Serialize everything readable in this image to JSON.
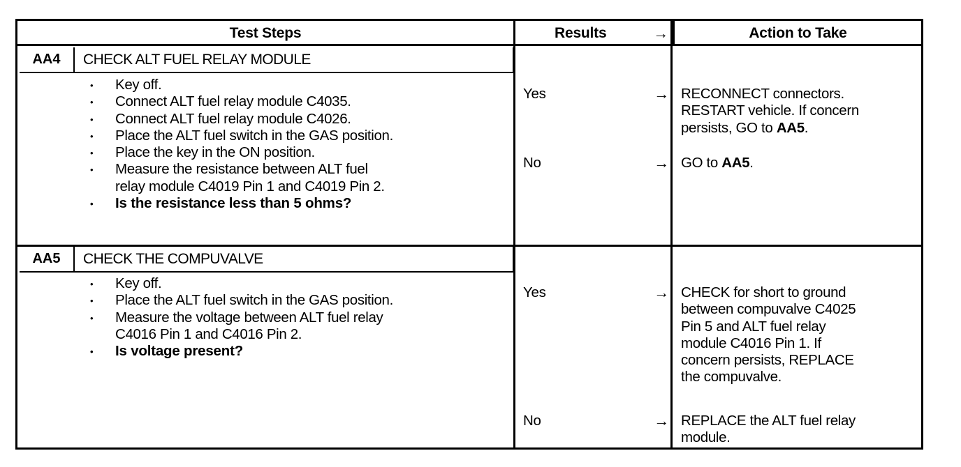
{
  "table": {
    "headers": {
      "test_steps": "Test Steps",
      "results": "Results",
      "results_arrow": "→",
      "action": "Action to Take"
    },
    "blocks": [
      {
        "id": "AA4",
        "title": "CHECK ALT FUEL RELAY MODULE",
        "steps": [
          "Key off.",
          "Connect ALT fuel relay module C4035.",
          "Connect ALT fuel relay module C4026.",
          "Place the ALT fuel switch in the GAS position.",
          "Place the key in the ON position.",
          "Measure the resistance between ALT fuel\nrelay module C4019 Pin 1 and C4019 Pin 2.",
          "Is the resistance less than 5 ohms?"
        ],
        "steps_bold_index": 6,
        "results": [
          {
            "label": "Yes",
            "arrow": "→"
          },
          {
            "label": "No",
            "arrow": "→"
          }
        ],
        "actions": [
          {
            "plain_1": "RECONNECT connectors.\nRESTART vehicle. If concern\npersists, GO to ",
            "bold": "AA5",
            "plain_2": "."
          },
          {
            "plain_1": "GO to ",
            "bold": "AA5",
            "plain_2": "."
          }
        ]
      },
      {
        "id": "AA5",
        "title": "CHECK THE COMPUVALVE",
        "steps": [
          "Key off.",
          "Place the ALT fuel switch in the GAS position.",
          "Measure the voltage between ALT fuel relay\nC4016 Pin 1 and C4016 Pin 2.",
          "Is voltage present?"
        ],
        "steps_bold_index": 3,
        "results": [
          {
            "label": "Yes",
            "arrow": "→"
          },
          {
            "label": "No",
            "arrow": "→"
          }
        ],
        "actions": [
          {
            "plain_1": "CHECK for short to ground\nbetween compuvalve C4025\nPin 5 and ALT fuel relay\nmodule C4016 Pin 1. If\nconcern persists, REPLACE\nthe compuvalve.",
            "bold": "",
            "plain_2": ""
          },
          {
            "plain_1": "REPLACE the ALT fuel relay\nmodule.",
            "bold": "",
            "plain_2": ""
          }
        ]
      }
    ]
  }
}
